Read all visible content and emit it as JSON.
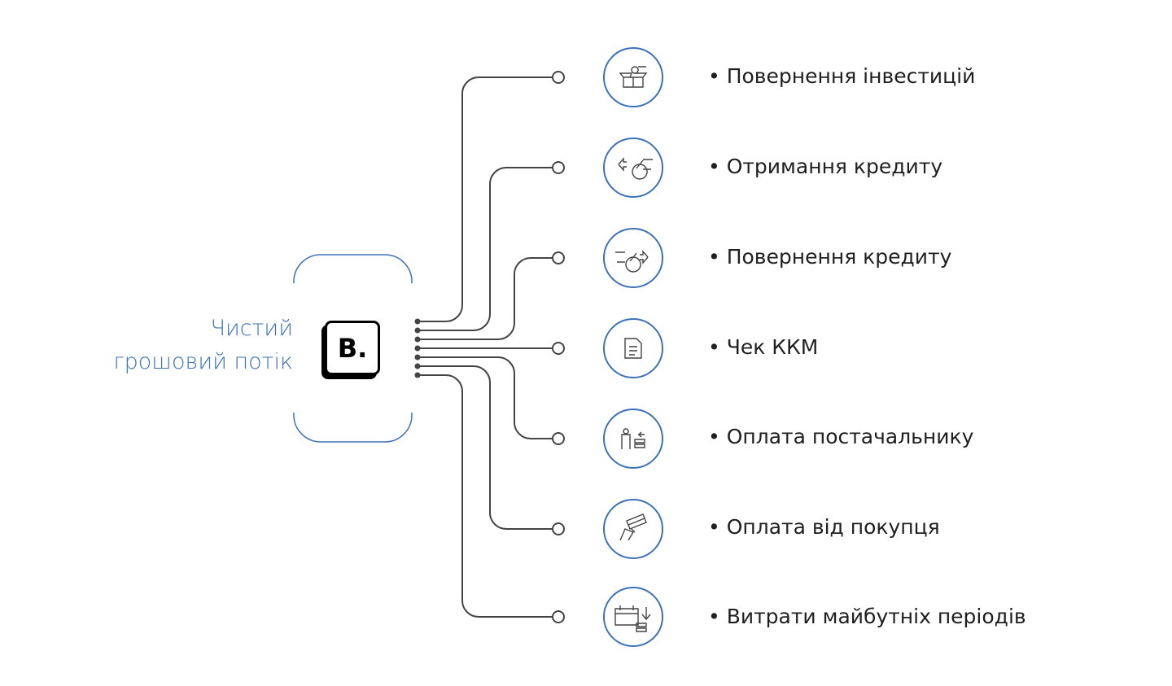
{
  "title": {
    "line1": "Чистий",
    "line2": "грошовий потік"
  },
  "logo_text": "B.",
  "accent_color": "#3d72b8",
  "items": [
    {
      "label": "• Повернення інвестицій",
      "icon": "investment-box-icon"
    },
    {
      "label": "• Отримання кредиту",
      "icon": "credit-receive-icon"
    },
    {
      "label": "• Повернення кредиту",
      "icon": "credit-return-icon"
    },
    {
      "label": "• Чек ККМ",
      "icon": "receipt-icon"
    },
    {
      "label": "• Оплата постачальнику",
      "icon": "supplier-payment-icon"
    },
    {
      "label": "• Оплата від покупця",
      "icon": "card-payment-icon"
    },
    {
      "label": "• Витрати майбутніх періодів",
      "icon": "future-expenses-icon"
    }
  ]
}
